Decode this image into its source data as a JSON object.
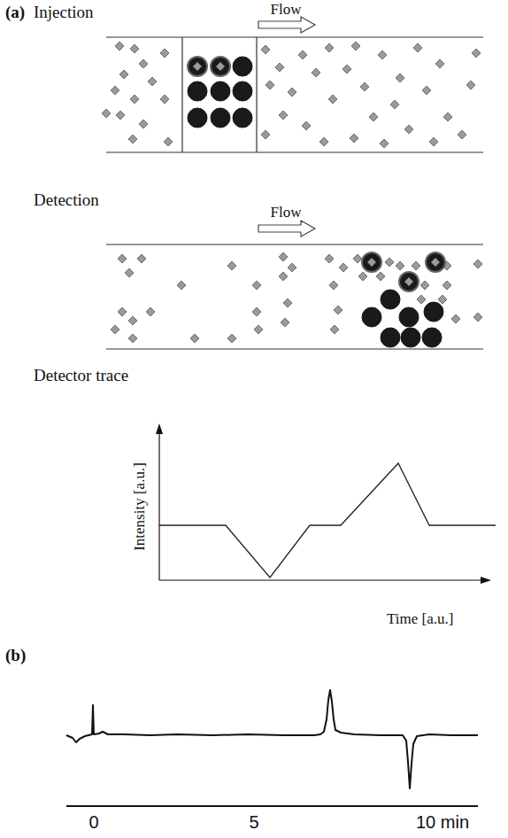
{
  "diagram": {
    "labels": [
      "(a)",
      "Injection",
      "Flow",
      "Detection",
      "Flow",
      "Detector trace",
      "Intensity [a.u.]",
      "Time [a.u.]",
      "(b)",
      "0",
      "5",
      "10 min"
    ]
  }
}
